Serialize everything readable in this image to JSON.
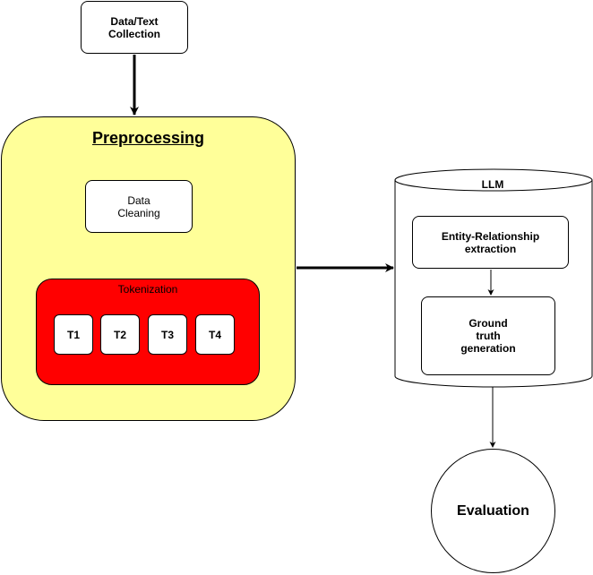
{
  "nodes": {
    "collection": "Data/Text\nCollection",
    "preprocessing_title": "Preprocessing",
    "cleaning": "Data\nCleaning",
    "tokenization": "Tokenization",
    "tokens": [
      "T1",
      "T2",
      "T3",
      "T4"
    ],
    "llm": "LLM",
    "extraction": "Entity-Relationship\nextraction",
    "groundtruth": "Ground\ntruth\ngeneration",
    "evaluation": "Evaluation"
  },
  "colors": {
    "preprocessing_fill": "#ffff99",
    "tokenization_fill": "#ff0000",
    "stroke": "#000000"
  }
}
